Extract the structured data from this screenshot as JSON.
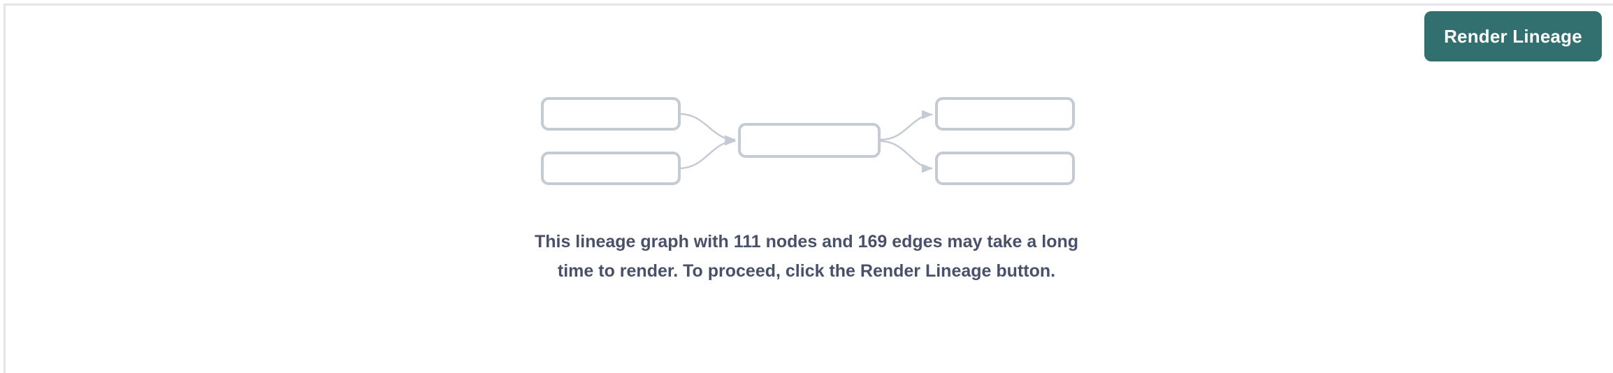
{
  "theme": {
    "page_background": "#ffffff",
    "border_color": "#e3e4e8",
    "accent_color": "#31706f",
    "node_stroke_color": "#c5cbd4",
    "message_text_color": "#49506a"
  },
  "toolbar": {
    "render_lineage_label": "Render Lineage"
  },
  "placeholder_graph": {
    "description": "lineage-placeholder-diagram",
    "node_count_displayed": 5,
    "nodes": [
      {
        "id": "source-a",
        "label": "",
        "column": "left",
        "row": "top"
      },
      {
        "id": "source-b",
        "label": "",
        "column": "left",
        "row": "bottom"
      },
      {
        "id": "model",
        "label": "",
        "column": "middle",
        "row": "center"
      },
      {
        "id": "target-a",
        "label": "",
        "column": "right",
        "row": "top"
      },
      {
        "id": "target-b",
        "label": "",
        "column": "right",
        "row": "bottom"
      }
    ],
    "edges": [
      {
        "from": "source-a",
        "to": "model"
      },
      {
        "from": "source-b",
        "to": "model"
      },
      {
        "from": "model",
        "to": "target-a"
      },
      {
        "from": "model",
        "to": "target-b"
      }
    ]
  },
  "message": {
    "line_1": "This lineage graph with 111 nodes and 169 edges may take",
    "line_2": "a long time to render. To proceed, click the Render Lineage",
    "line_3": "button.",
    "node_count": "111",
    "edge_count": "169"
  }
}
